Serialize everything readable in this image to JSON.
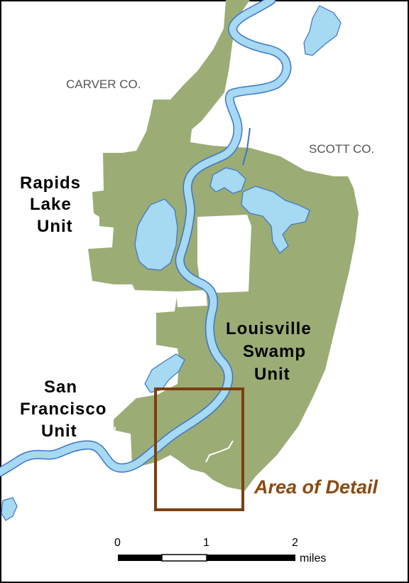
{
  "counties": {
    "carver": "CARVER CO.",
    "scott": "SCOTT CO."
  },
  "units": {
    "rapids_lake": [
      "Rapids",
      "Lake",
      "Unit"
    ],
    "louisville_swamp": [
      "Louisville",
      "Swamp",
      "Unit"
    ],
    "san_francisco": [
      "San",
      "Francisco",
      "Unit"
    ]
  },
  "area_of_detail": "Area of Detail",
  "scale_bar": {
    "ticks": [
      "0",
      "1",
      "2"
    ],
    "unit": "miles"
  },
  "colors": {
    "land": "#9bac75",
    "water": "#a6d9f2",
    "water_edge": "#3d74c7",
    "detail_box": "#7a3f10",
    "detail_text": "#8a4a12"
  }
}
